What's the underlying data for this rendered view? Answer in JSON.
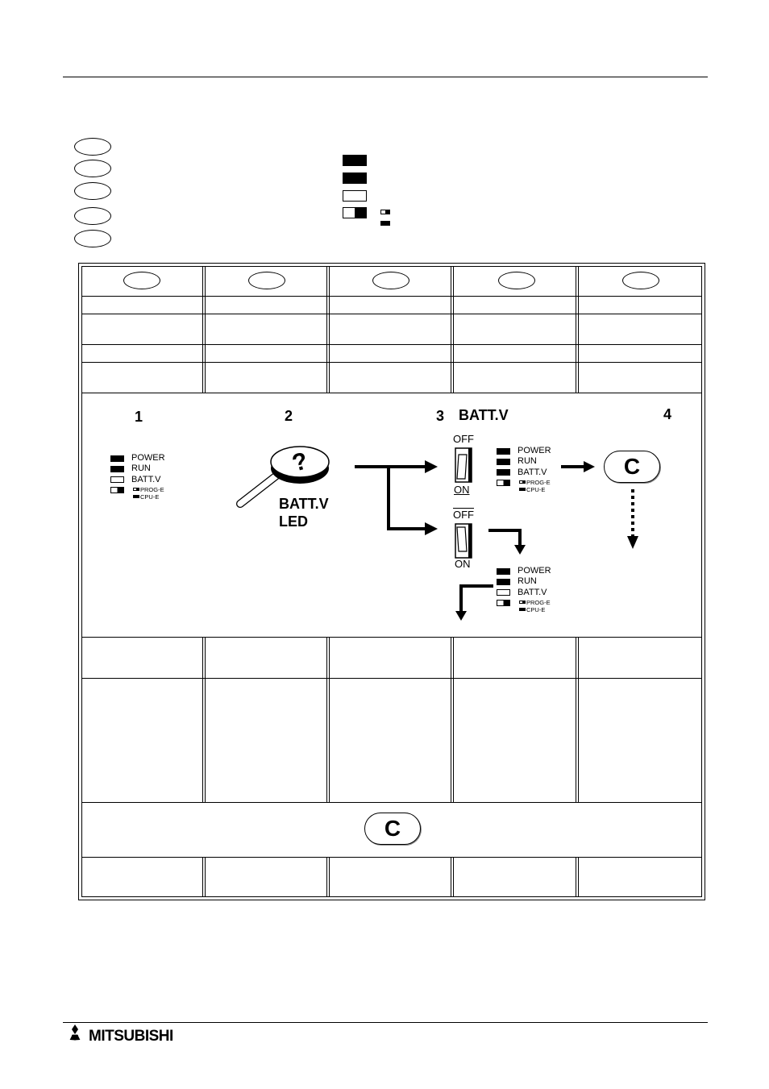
{
  "step_numbers": [
    "1",
    "2",
    "3",
    "4"
  ],
  "batt_heading": "BATT.V",
  "batt_led_caption_1": "BATT.V",
  "batt_led_caption_2": "LED",
  "question_glyph": "?",
  "led_labels": {
    "power": "POWER",
    "run": "RUN",
    "batt": "BATT.V",
    "prog": "PROG-E",
    "cpu": "CPU-E"
  },
  "switch_labels": {
    "off": "OFF",
    "on": "ON"
  },
  "c_button_label": "C",
  "brand": {
    "name": "MITSUBISHI",
    "logo_icon": "three-diamonds-icon"
  }
}
